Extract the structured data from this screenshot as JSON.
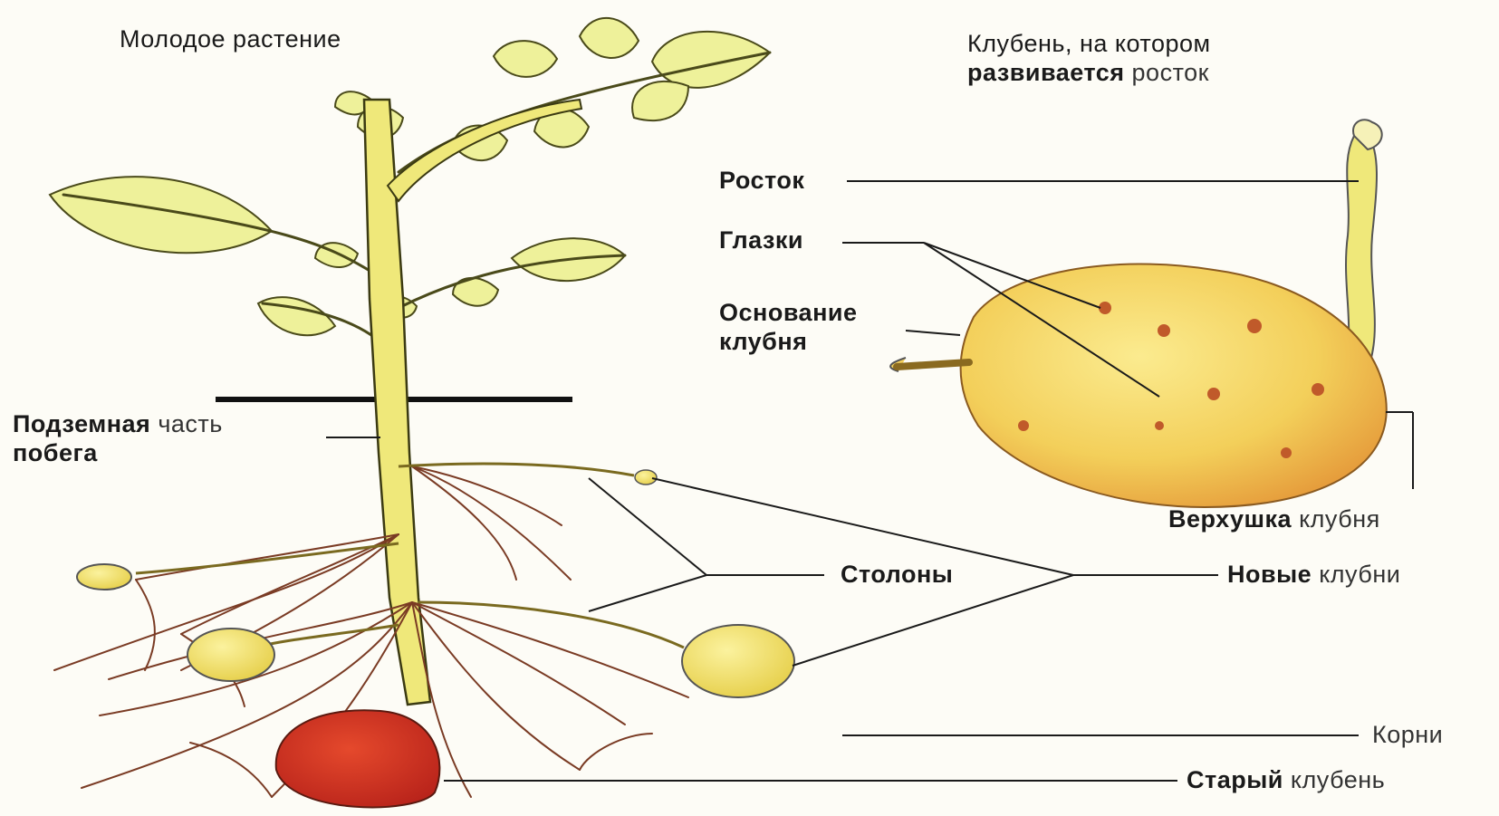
{
  "labels": {
    "young_plant": "Молодое растение",
    "sprouting_tuber_line1": "Клубень, на котором",
    "sprouting_tuber_line2_bold": "развивается",
    "sprouting_tuber_line2_rest": "росток",
    "sprout": "Росток",
    "eyes": "Глазки",
    "tuber_base_line1": "Основание",
    "tuber_base_line2": "клубня",
    "underground_part_bold": "Подземная",
    "underground_part_rest": "часть",
    "underground_part_line2": "побега",
    "tuber_top_bold": "Верхушка",
    "tuber_top_rest": "клубня",
    "stolons": "Столоны",
    "new_tubers_bold": "Новые",
    "new_tubers_rest": "клубни",
    "roots": "Корни",
    "old_tuber_bold": "Старый",
    "old_tuber_rest": "клубень"
  },
  "colors": {
    "background": "#fdfcf6",
    "leaf": "#eef19a",
    "stem": "#efe87a",
    "tuber": "#f2cf5c",
    "old_tuber": "#d9361e",
    "roots": "#7a3b24",
    "lines": "#1a1a1a"
  }
}
